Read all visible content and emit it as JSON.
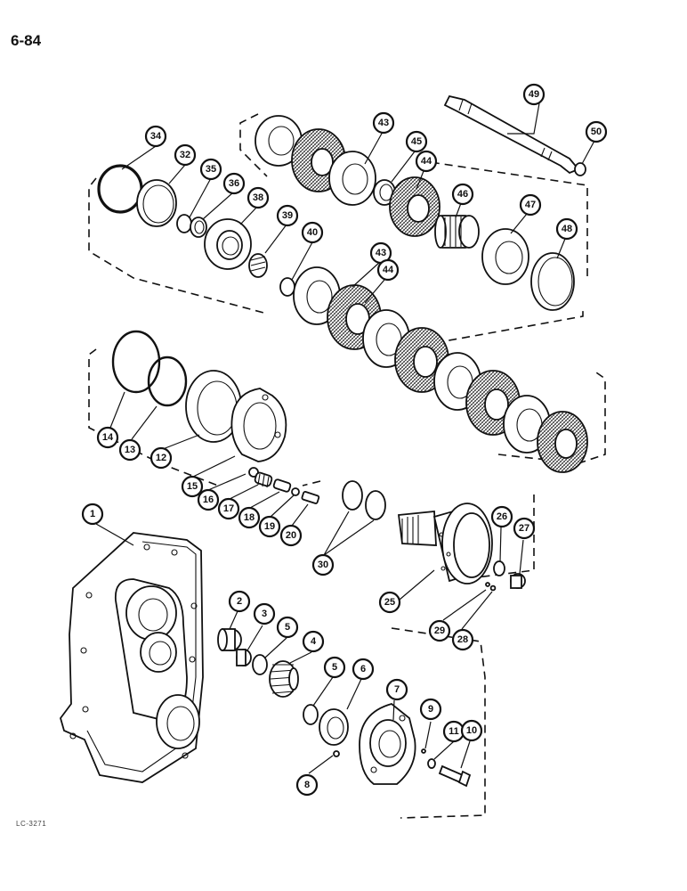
{
  "page_number": "6-84",
  "figure_code": "LC-3271",
  "callouts": {
    "c1": "1",
    "c2": "2",
    "c3": "3",
    "c4": "4",
    "c5a": "5",
    "c5b": "5",
    "c6": "6",
    "c7": "7",
    "c8": "8",
    "c9": "9",
    "c10": "10",
    "c11": "11",
    "c12": "12",
    "c13": "13",
    "c14": "14",
    "c15": "15",
    "c16": "16",
    "c17": "17",
    "c18": "18",
    "c19": "19",
    "c20": "20",
    "c25": "25",
    "c26": "26",
    "c27": "27",
    "c28": "28",
    "c29": "29",
    "c30": "30",
    "c32": "32",
    "c34": "34",
    "c35": "35",
    "c36": "36",
    "c38": "38",
    "c39": "39",
    "c40": "40",
    "c43a": "43",
    "c43b": "43",
    "c44a": "44",
    "c44b": "44",
    "c45": "45",
    "c46": "46",
    "c47": "47",
    "c48": "48",
    "c49": "49",
    "c50": "50"
  }
}
